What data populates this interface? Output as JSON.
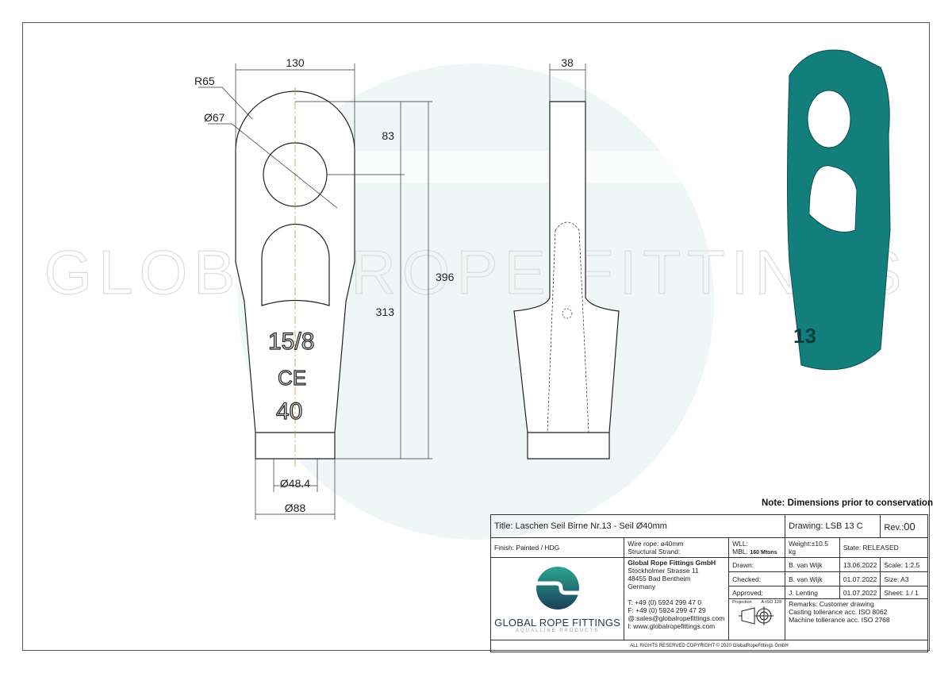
{
  "watermark": "GLOBAL ROPE FITTINGS",
  "dimensions": {
    "width_top": "130",
    "radius": "R65",
    "hole_dia": "Ø67",
    "side_width": "38",
    "height_eye": "83",
    "height_body": "313",
    "height_total": "396",
    "inner_dia": "Ø48.4",
    "outer_dia": "Ø88"
  },
  "markings": {
    "size": "15/8",
    "ce": "CE",
    "rope": "40",
    "iso_label": "13"
  },
  "note": "Note: Dimensions prior to conservation",
  "title_block": {
    "title": "Title:   Laschen Seil Birne Nr.13 - Seil Ø40mm",
    "drawing": "Drawing: LSB 13 C",
    "rev_label": "Rev.:",
    "rev": "00",
    "finish": "Finish: Painted / HDG",
    "wire_rope": "Wire rope: ø40mm",
    "strand": "Structural Strand:",
    "wll": "WLL:",
    "mbl_label": "MBL:",
    "mbl": "160 Mtons",
    "weight": "Weight:±10.5 kg",
    "state": "State: RELEASED",
    "company": "Global Rope Fittings GmbH",
    "address": [
      "Stockholmer Strasse 11",
      "48455 Bad Bentheim",
      "Germany"
    ],
    "contact": [
      "T:  +49 (0) 5924 299 47 0",
      "F: +49 (0) 5924 299 47 29",
      "@:sales@globalropefittings.com",
      "I: www.globalropefittings.com"
    ],
    "logo_name": "GLOBAL ROPE FITTINGS",
    "logo_sub": "AQUALLINE PRODUCTS",
    "rows": [
      {
        "role": "Drawn:",
        "name": "B. van Wijk",
        "date": "13.06.2022",
        "extra": "Scale: 1:2.5"
      },
      {
        "role": "Checked:",
        "name": "B. van Wijk",
        "date": "01.07.2022",
        "extra": "Size: A3"
      },
      {
        "role": "Approved:",
        "name": "J. Lenting",
        "date": "01.07.2022",
        "extra": "Sheet: 1 / 1"
      }
    ],
    "projection": "Projection",
    "projection_std": "A-ISO 128",
    "remarks": [
      "Remarks: Customer drawing",
      "Casting tollerance acc. ISO 8062",
      "Machine tollerance acc. ISO 2768"
    ],
    "copyright": "ALL RIGHTS RESERVED COPYRIGHT © 2020 GlobalRopeFittings GmbH"
  },
  "colors": {
    "teal": "#127f7c",
    "watermark": "#e6f2f2",
    "centerline": "#e08a2a"
  }
}
